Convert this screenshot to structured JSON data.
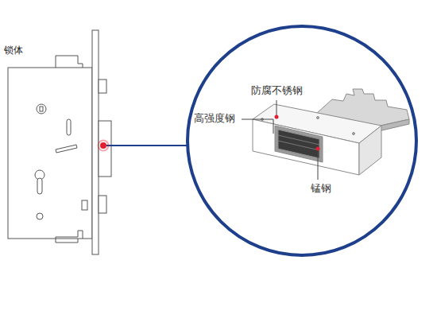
{
  "diagram": {
    "labels": [
      "锁体",
      "防腐不锈钢",
      "高强度钢",
      "锰钢"
    ]
  }
}
